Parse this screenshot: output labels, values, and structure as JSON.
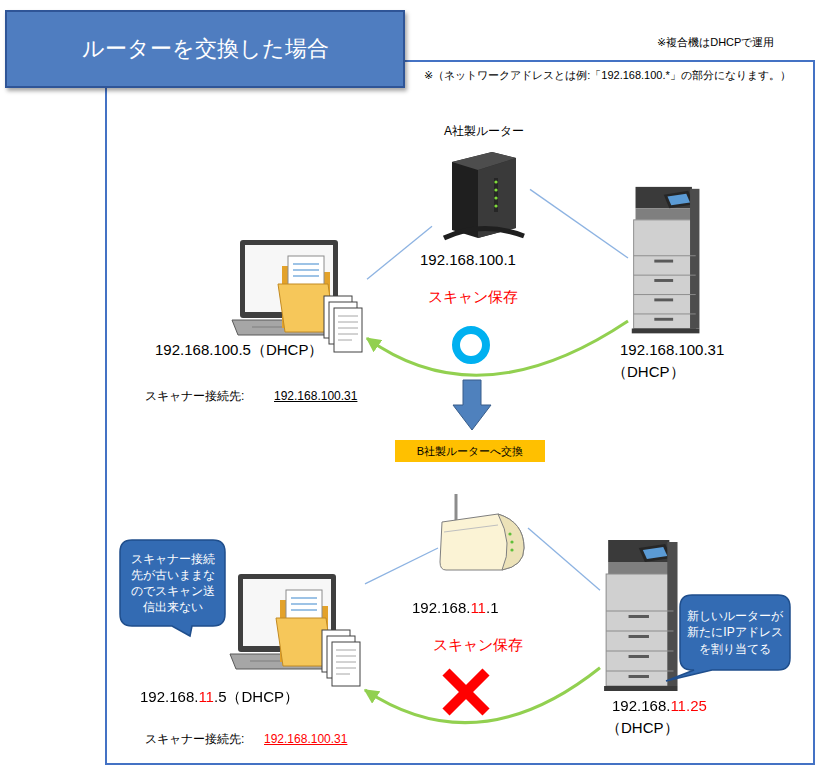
{
  "diagram": {
    "nodes": [
      {
        "text": [
          "ルーターを交換した場合"
        ]
      },
      {
        "text": [
          "※（ネットワークアドレスとは例:「192.168.100.*」の部分になります。）"
        ]
      },
      {
        "text": [
          "192.168.100.5（DHCP）",
          "スキャナー接続先:",
          "192.168.100.31"
        ],
        "in": 1
      },
      {
        "text": [
          "A社製ルーター",
          "192.168.100.1"
        ],
        "in": 1
      },
      {
        "text": [
          "192.168.100.31",
          "（DHCP）"
        ],
        "in": 1
      },
      {
        "text": [
          "B社製ルーターへ交換"
        ],
        "in": 1
      },
      {
        "text": [
          "スキャナー接続先が古いままなのでスキャン送信出来ない"
        ],
        "in": 1
      },
      {
        "text": [
          "192.168.11.5（DHCP）",
          "スキャナー接続先:",
          "192.168.100.31"
        ],
        "in": 1
      },
      {
        "text": [
          "192.168.11.1"
        ],
        "in": 1
      },
      {
        "text": [
          "192.168.11.25",
          "（DHCP）"
        ],
        "in": 1
      },
      {
        "text": [
          "新しいルーターが新たにIPアドレスを割り当てる"
        ],
        "in": 1
      }
    ],
    "edges": [
      {
        "from": 2,
        "to": 3,
        "arrow": "none"
      },
      {
        "from": 3,
        "to": 4,
        "arrow": "none"
      },
      {
        "from": 4,
        "to": 2,
        "label": "スキャン保存",
        "arrow": "to"
      },
      {
        "from": 7,
        "to": 8,
        "arrow": "none"
      },
      {
        "from": 8,
        "to": 9,
        "arrow": "none"
      },
      {
        "from": 9,
        "to": 7,
        "label": "スキャン保存",
        "arrow": "to"
      }
    ],
    "labels": [
      "※複合機はDHCPで運用"
    ]
  }
}
